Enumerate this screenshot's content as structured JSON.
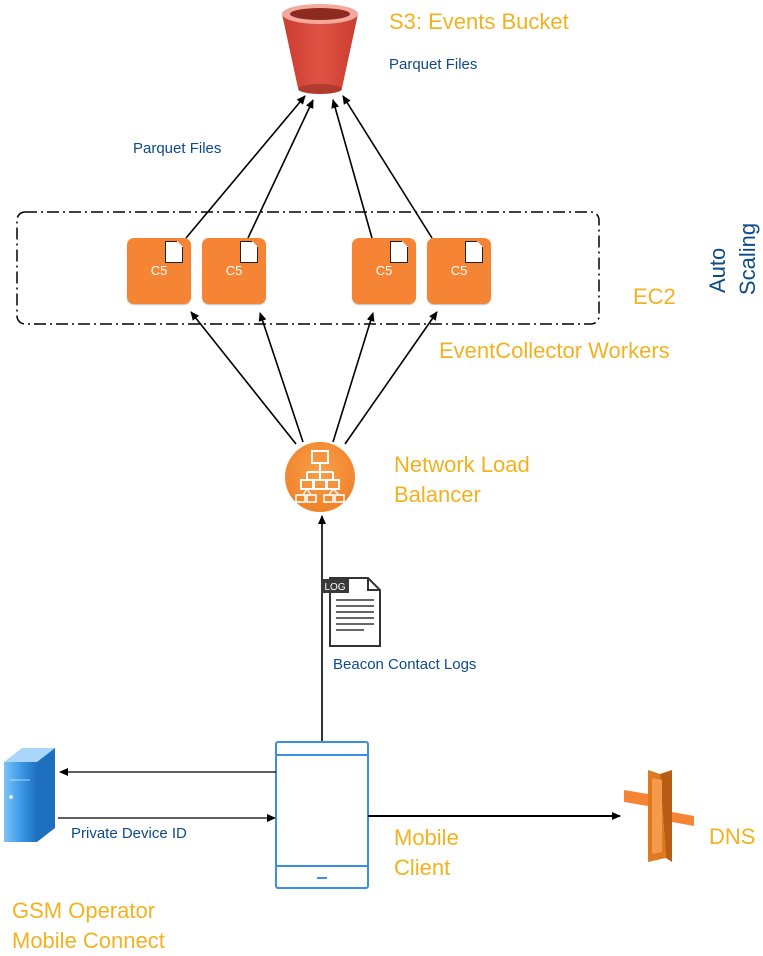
{
  "s3": {
    "title": "S3: Events Bucket",
    "subtitle": "Parquet Files"
  },
  "arrows_top": {
    "label": "Parquet Files"
  },
  "ec2": {
    "label": "EC2",
    "group_label": "EventCollector Workers",
    "auto_scaling": [
      "Auto",
      "Scaling"
    ],
    "instances": [
      {
        "type": "C5"
      },
      {
        "type": "C5"
      },
      {
        "type": "C5"
      },
      {
        "type": "C5"
      }
    ]
  },
  "nlb": {
    "label_line1": "Network Load",
    "label_line2": "Balancer"
  },
  "log": {
    "badge": "LOG",
    "label": "Beacon Contact Logs"
  },
  "mobile": {
    "label_line1": "Mobile",
    "label_line2": "Client"
  },
  "gsm": {
    "label_line1": "GSM Operator",
    "label_line2": "Mobile Connect",
    "edge_label": "Private Device ID"
  },
  "dns": {
    "label": "DNS"
  },
  "colors": {
    "orange_text": "#F2B21F",
    "blue_text": "#0D4A8A",
    "ec2_orange": "#F58534",
    "s3_red": "#E05243",
    "route53_orange": "#F58534",
    "server_blue": "#3C9AE8"
  }
}
